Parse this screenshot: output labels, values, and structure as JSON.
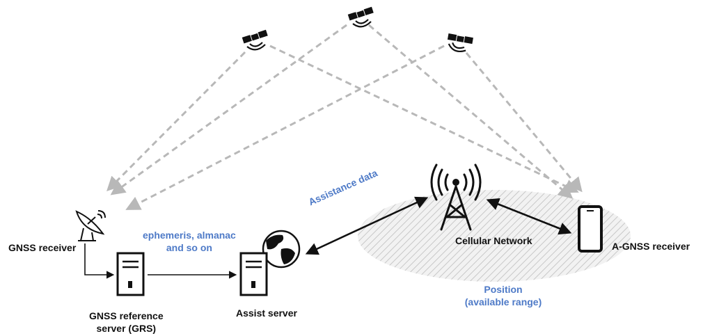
{
  "labels": {
    "gnss_receiver": "GNSS receiver",
    "grs_line1": "GNSS reference",
    "grs_line2": "server (GRS)",
    "assist_server": "Assist server",
    "ephemeris_line1": "ephemeris, almanac",
    "ephemeris_line2": "and so on",
    "assistance_data": "Assistance data",
    "cellular_network": "Cellular Network",
    "agnss_receiver": "A-GNSS receiver",
    "position_line1": "Position",
    "position_line2": "(available range)"
  },
  "colors": {
    "signal_dash": "#b8b8b8",
    "accent_blue": "#4e7ac7",
    "coverage_fill": "#dcdcdc",
    "ink": "#111111"
  },
  "icons": {
    "satellite": "satellite-icon",
    "dish": "satellite-dish-icon",
    "server": "server-icon",
    "globe": "globe-icon",
    "tower": "cell-tower-icon",
    "phone": "smartphone-icon"
  }
}
